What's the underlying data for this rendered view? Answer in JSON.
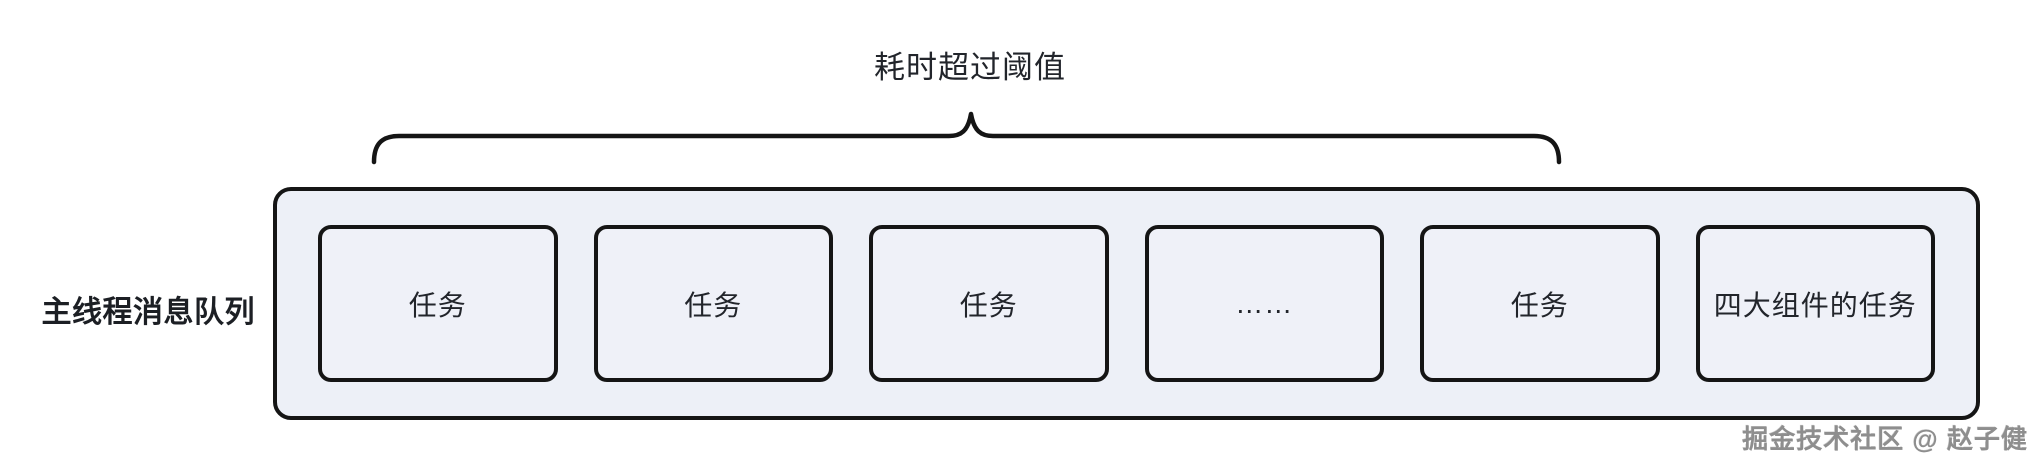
{
  "diagram": {
    "brace_label": "耗时超过阈值",
    "queue_label": "主线程消息队列",
    "queue_boxes": [
      {
        "label": "任务"
      },
      {
        "label": "任务"
      },
      {
        "label": "任务"
      },
      {
        "label": "……"
      },
      {
        "label": "任务"
      },
      {
        "label": "四大组件的任务"
      }
    ],
    "watermark": "掘金技术社区 @ 赵子健",
    "colors": {
      "border": "#151515",
      "container_fill": "#edf0f7",
      "box_fill": "#eff1f8",
      "text": "#22252b",
      "watermark": "#8e8e8e"
    }
  }
}
